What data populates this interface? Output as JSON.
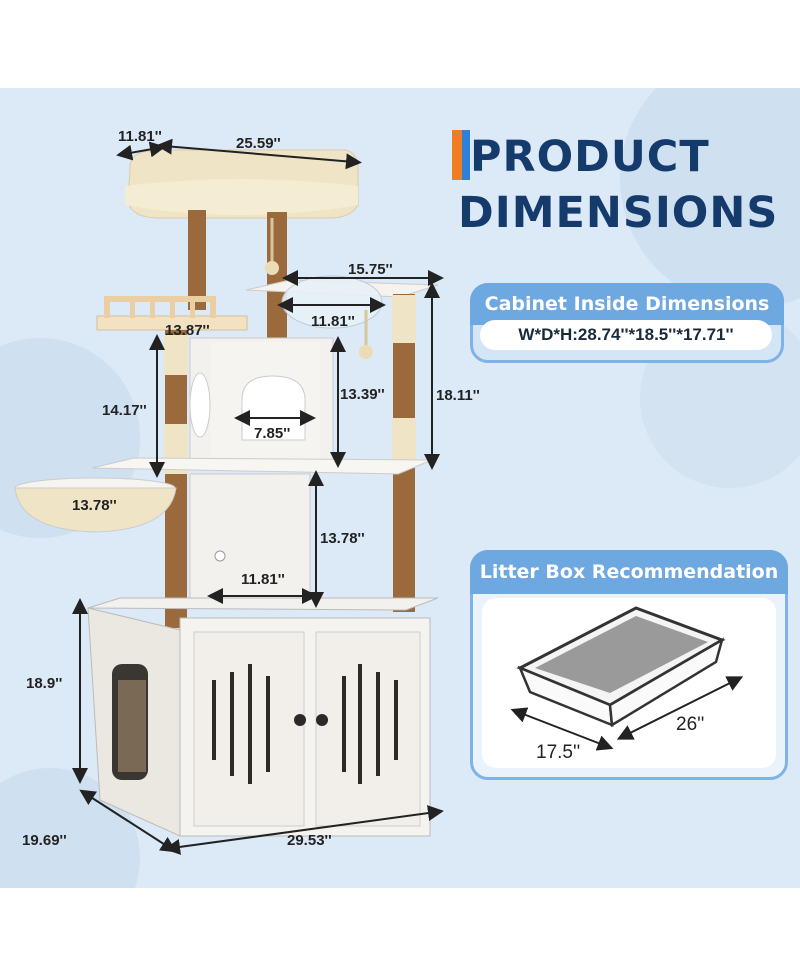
{
  "title": {
    "line1": "PRODUCT",
    "line2": "DIMENSIONS"
  },
  "colors": {
    "accent_orange": "#f07d22",
    "accent_blue": "#2e7fd9",
    "title": "#143b6b",
    "panel": "#dce9f6",
    "box_border": "#7fb3e8",
    "box_header": "#6ea8e0"
  },
  "cabinet_box": {
    "header": "Cabinet Inside Dimensions",
    "value": "W*D*H:28.74''*18.5''*17.71''"
  },
  "litter_box": {
    "header": "Litter Box Recommendation",
    "width": "17.5''",
    "length": "26''"
  },
  "dimensions": {
    "top_depth": "11.81''",
    "top_width": "25.59''",
    "platform_width": "15.75''",
    "ladder_width": "13.87''",
    "bowl_diameter": "11.81''",
    "left_height": "14.17''",
    "condo_height": "13.39''",
    "right_height": "18.11''",
    "condo_opening": "7.85''",
    "basket_diameter": "13.78''",
    "lower_height": "13.78''",
    "lower_width": "11.81''",
    "cabinet_height": "18.9''",
    "cabinet_depth": "19.69''",
    "cabinet_width": "29.53''"
  }
}
